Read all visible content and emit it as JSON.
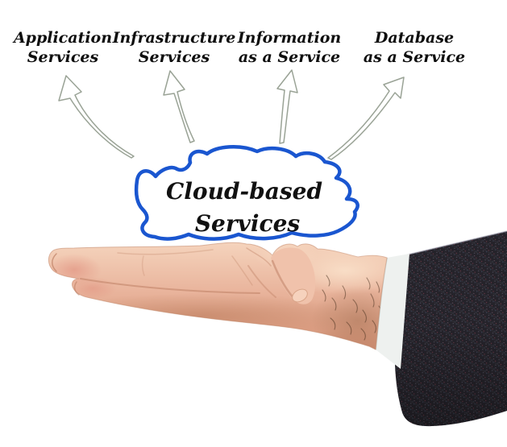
{
  "page": {
    "title": "Cloud-based Services diagram",
    "background": "#ffffff"
  },
  "diagram": {
    "cloud": {
      "line1": "Cloud-based",
      "line2": "Services"
    },
    "labels": [
      {
        "line1": "Application",
        "line2": "Services"
      },
      {
        "line1": "Infrastructure",
        "line2": "Services"
      },
      {
        "line1": "Information",
        "line2": "as a Service"
      },
      {
        "line1": "Database",
        "line2": "as a Service"
      }
    ],
    "icons": [
      "curved-arrow-icon",
      "curved-arrow-icon",
      "curved-arrow-icon",
      "curved-arrow-icon",
      "cloud-icon",
      "open-hand",
      "shirt-cuff",
      "suit-sleeve"
    ],
    "colors": {
      "cloud_stroke": "#1a56d0",
      "arrow_stroke": "#9aa396",
      "label_text": "#0e0e0e",
      "suit_fabric": "#25232a",
      "shirt_cuff": "#eef1ef",
      "skin_highlight": "#f5d4bd",
      "skin_mid": "#e9b49c",
      "skin_shadow": "#c8886c"
    }
  }
}
